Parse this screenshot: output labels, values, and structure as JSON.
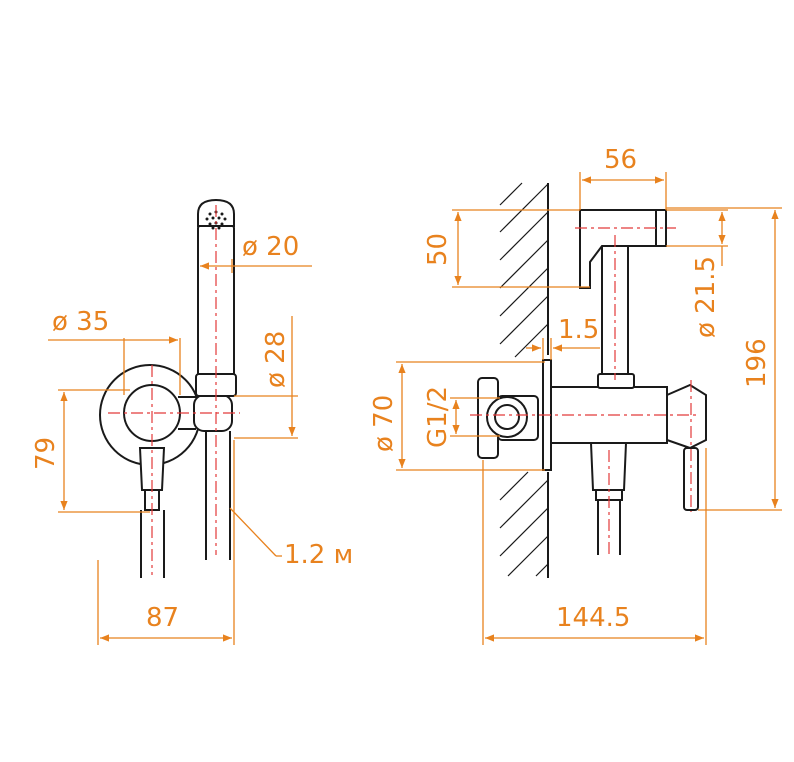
{
  "colors": {
    "outline": "#1a1a1a",
    "dimension": "#e8821e",
    "centerline": "#e23a3a"
  },
  "dimensions": {
    "front_width": "87",
    "front_height": "79",
    "knob_diameter": "ø 35",
    "handle_diameter": "ø 28",
    "sprayer_diameter": "ø 20",
    "hose_length": "1.2 м",
    "side_depth": "144.5",
    "side_height": "196",
    "bracket_width": "56",
    "bracket_height": "50",
    "outlet_diameter": "ø 21.5",
    "plate_gap": "1.5",
    "flange_diameter": "ø 70",
    "thread": "G1/2"
  }
}
